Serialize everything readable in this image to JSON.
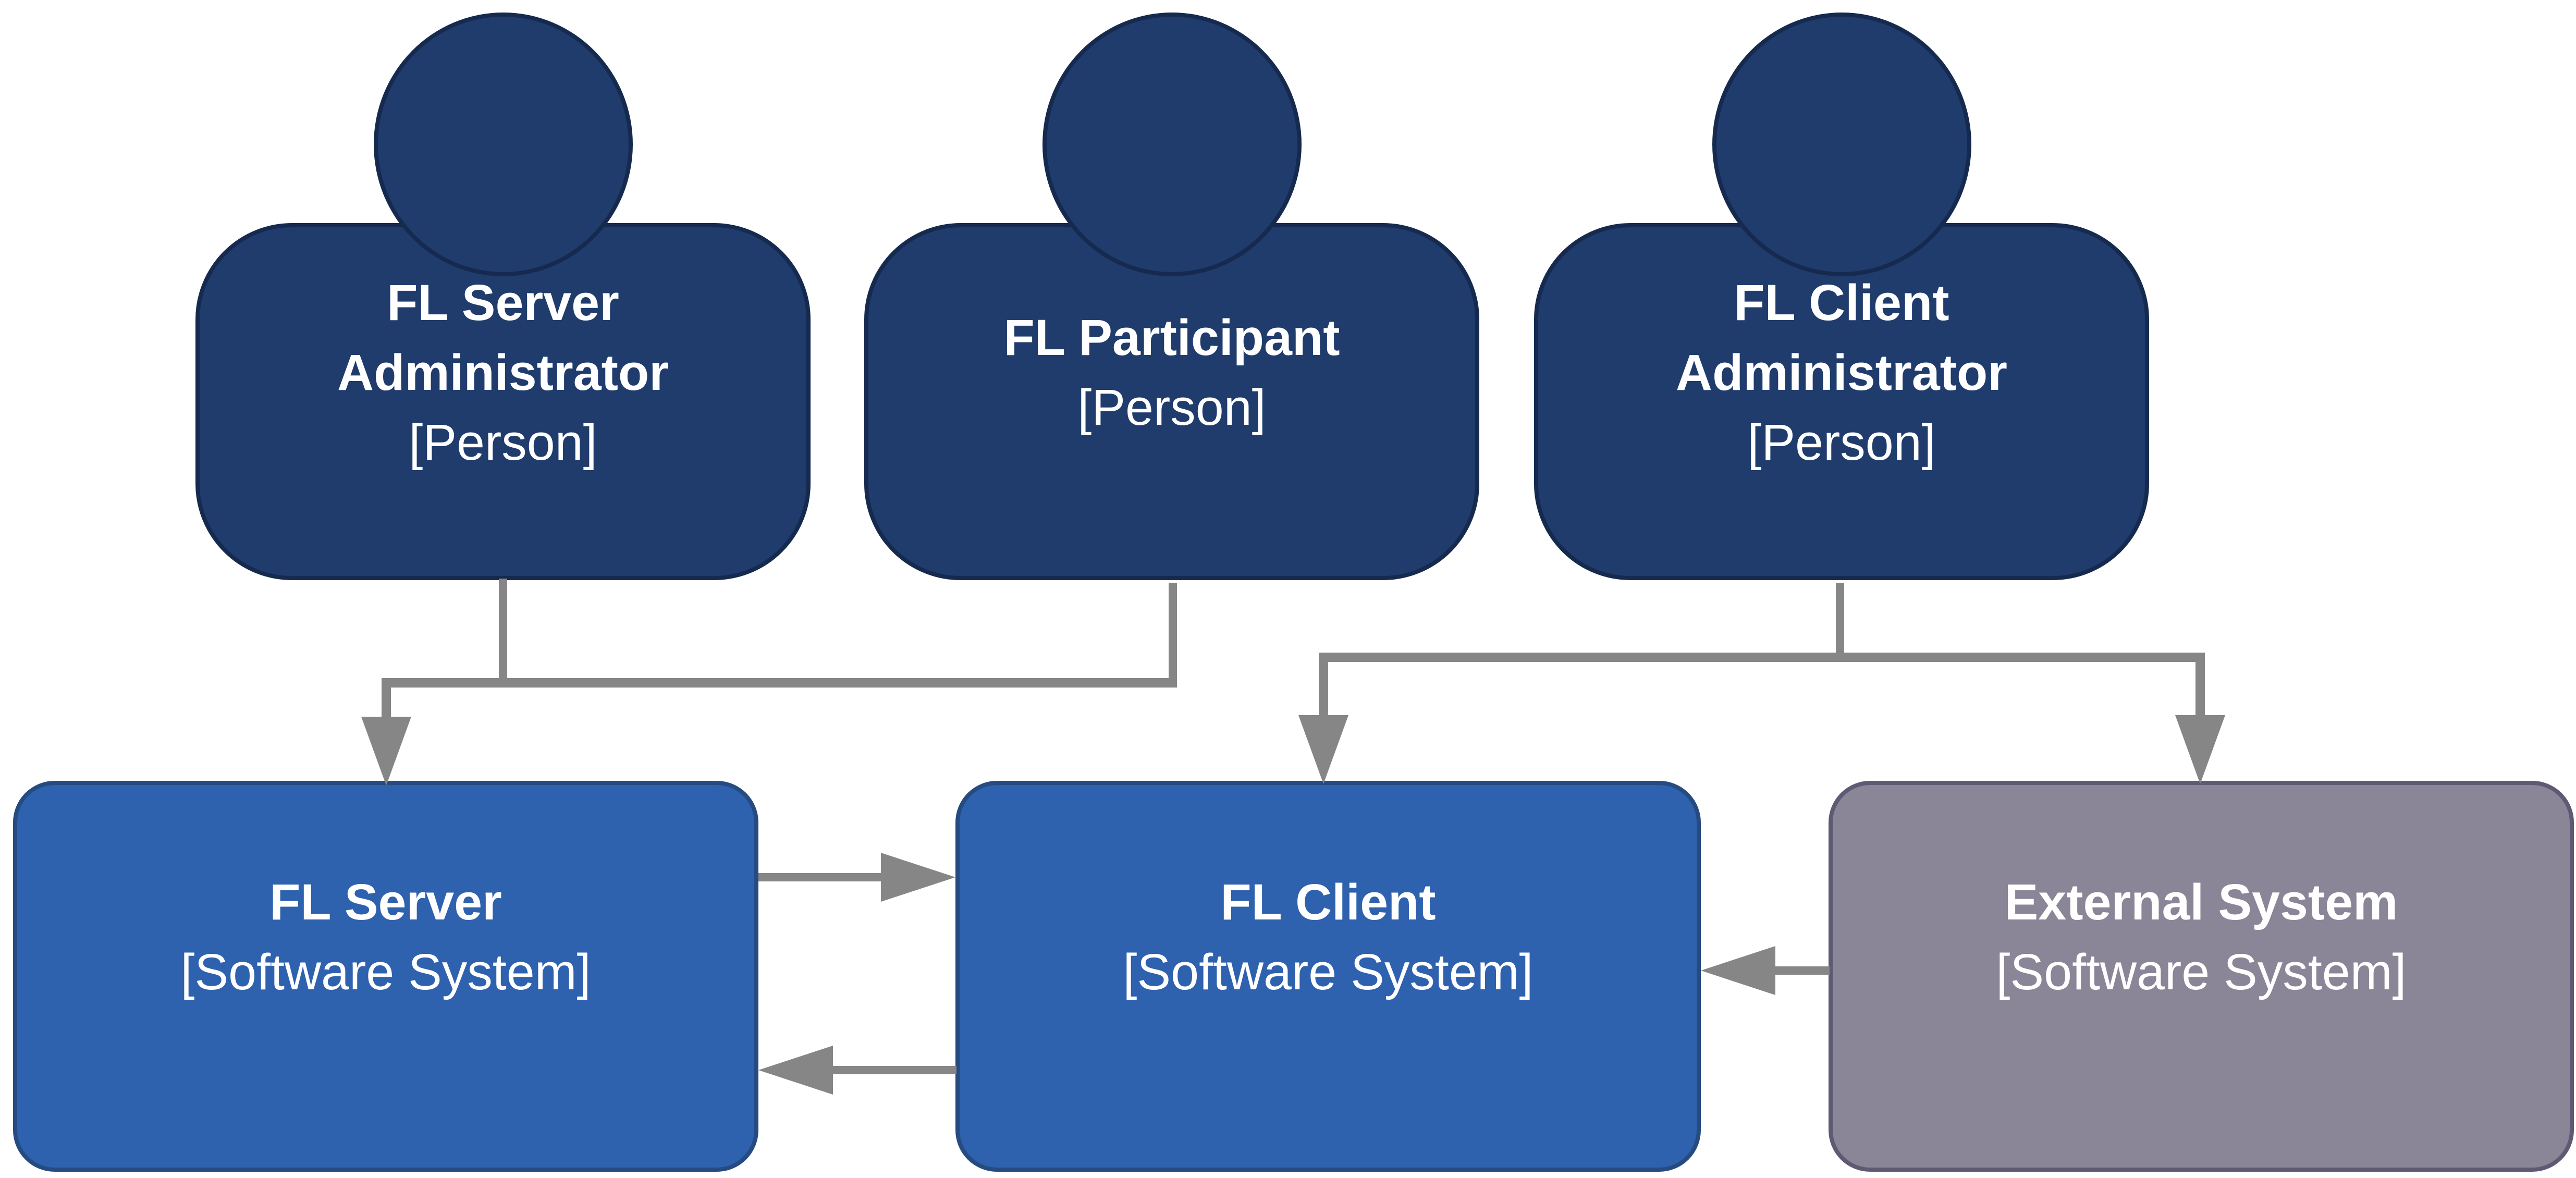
{
  "colors": {
    "background": "#FFFFFF",
    "person_fill": "#1F3C6D",
    "person_border": "#152A4E",
    "system_fill": "#2E61AE",
    "system_border": "#254B80",
    "external_fill": "#8B8598",
    "external_border": "#5F5A73",
    "connector": "#868686",
    "text_color": "#FFFFFF"
  },
  "persons": [
    {
      "name": "FL Server\nAdministrator",
      "type": "[Person]"
    },
    {
      "name": "FL Participant",
      "type": "[Person]"
    },
    {
      "name": "FL Client\nAdministrator",
      "type": "[Person]"
    }
  ],
  "systems": [
    {
      "name": "FL Server",
      "type": "[Software System]"
    },
    {
      "name": "FL Client",
      "type": "[Software System]"
    },
    {
      "name": "External System",
      "type": "[Software System]"
    }
  ],
  "connections": [
    {
      "from": "FL Server Administrator",
      "to": "FL Server"
    },
    {
      "from": "FL Participant",
      "to": "FL Server"
    },
    {
      "from": "FL Client Administrator",
      "to": "FL Client"
    },
    {
      "from": "FL Client Administrator",
      "to": "External System"
    },
    {
      "from": "FL Server",
      "to": "FL Client"
    },
    {
      "from": "FL Client",
      "to": "FL Server"
    },
    {
      "from": "External System",
      "to": "FL Client"
    }
  ]
}
